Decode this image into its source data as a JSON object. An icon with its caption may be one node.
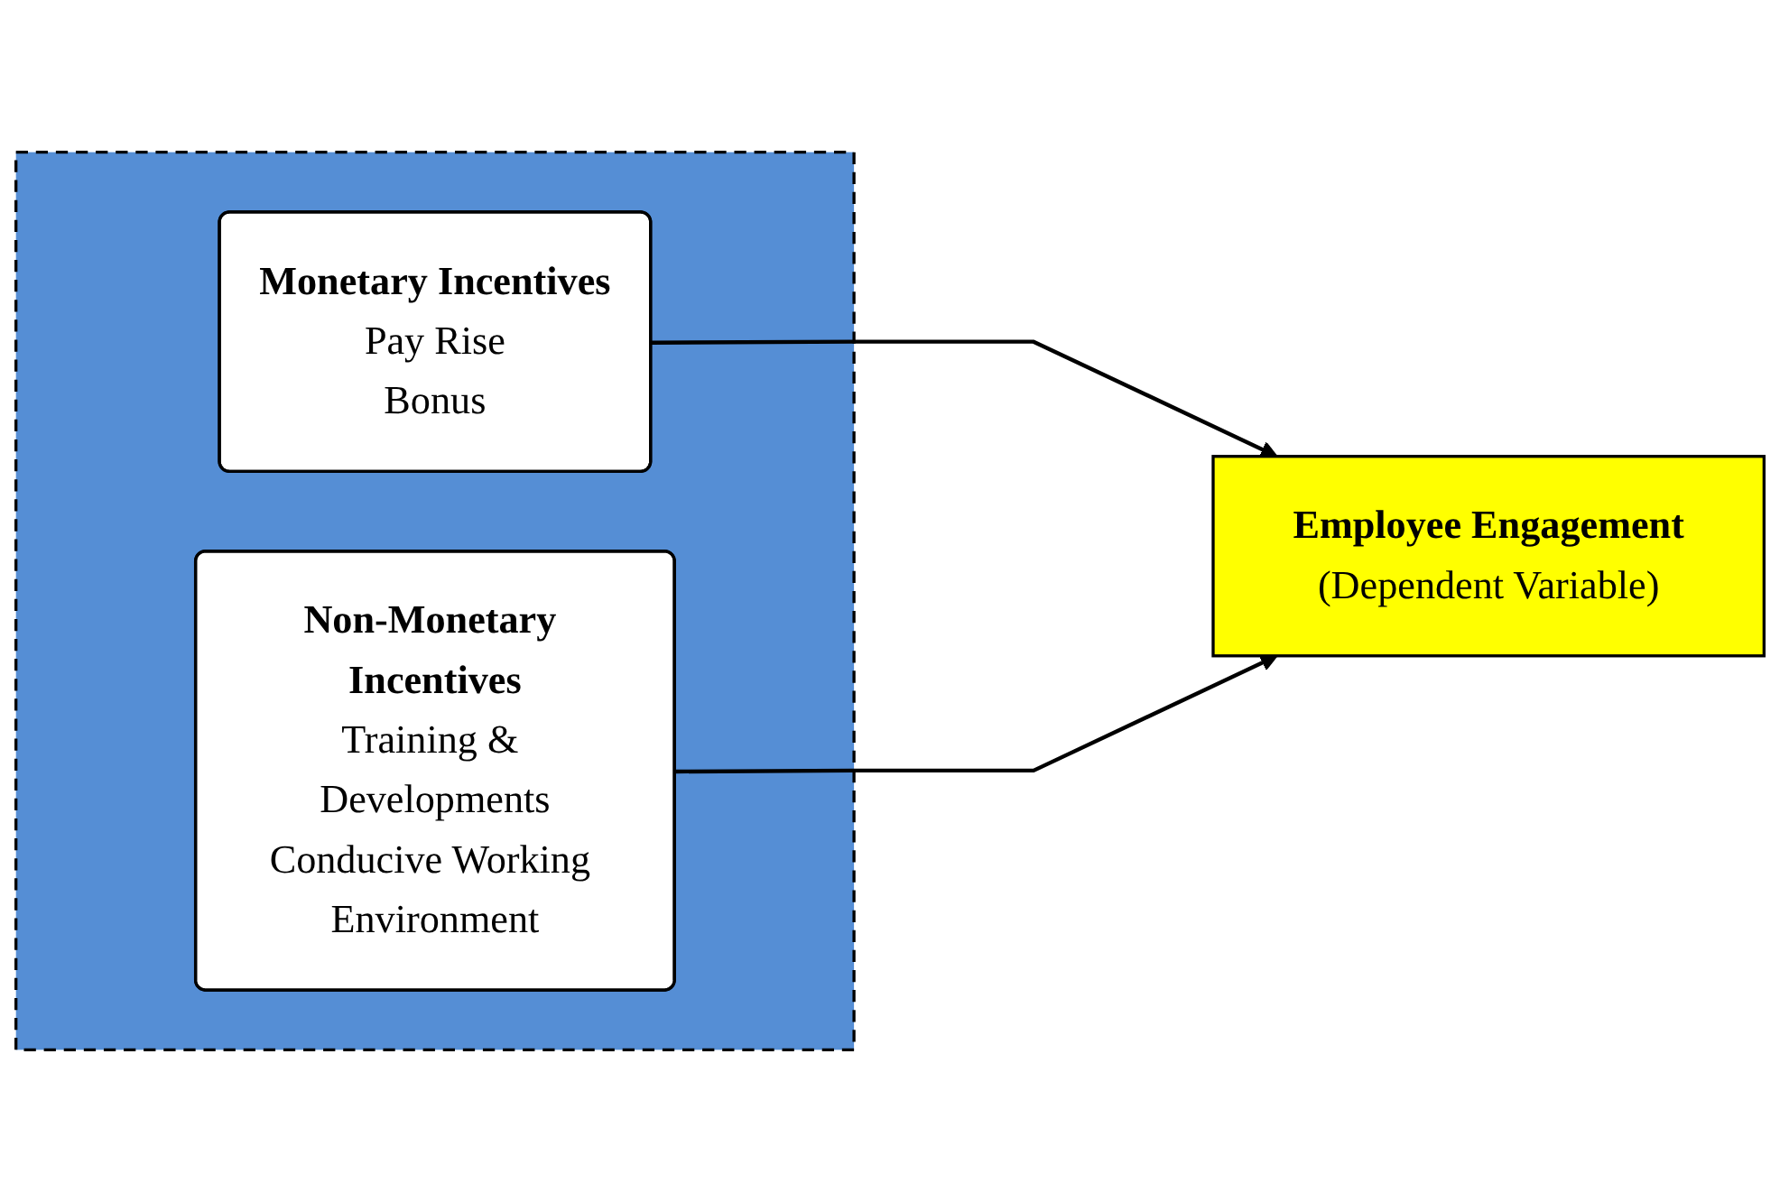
{
  "diagram": {
    "nodes": [
      {
        "text": [],
        "shape": "box"
      },
      {
        "text": [
          "Monetary Incentives",
          "Pay Rise",
          "Bonus"
        ],
        "in": 0
      },
      {
        "text": [
          "Non-Monetary Incentives",
          "Training & Developments",
          "Conducive Working Environment"
        ],
        "in": 0
      },
      {
        "text": [
          "Employee Engagement",
          "(Dependent Variable)"
        ]
      }
    ],
    "edges": [
      {
        "from": 1,
        "to": 3,
        "arrow": "to"
      },
      {
        "from": 2,
        "to": 3,
        "arrow": "to"
      }
    ]
  }
}
